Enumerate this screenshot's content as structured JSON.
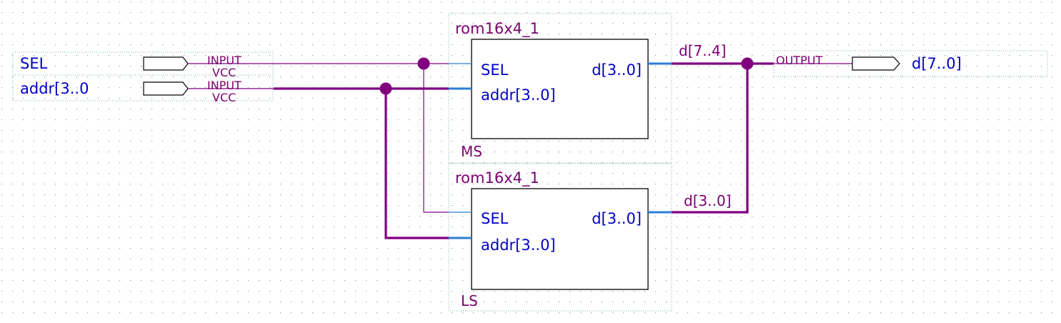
{
  "input_pins": [
    {
      "name": "SEL",
      "type": "INPUT",
      "default": "VCC"
    },
    {
      "name": "addr[3..0",
      "type": "INPUT",
      "default": "VCC"
    }
  ],
  "output_pin": {
    "name": "d[7..0]",
    "type": "OUTPUT"
  },
  "blocks": [
    {
      "title": "rom16x4_1",
      "instance": "MS",
      "ports_in": [
        "SEL",
        "addr[3..0]"
      ],
      "port_out": "d[3..0]"
    },
    {
      "title": "rom16x4_1",
      "instance": "LS",
      "ports_in": [
        "SEL",
        "addr[3..0]"
      ],
      "port_out": "d[3..0]"
    }
  ],
  "wire_labels": {
    "upper": "d[7..4]",
    "lower": "d[3..0]"
  },
  "colors": {
    "wire": "#800080",
    "port_stub": "#2a7fd4",
    "port_text": "#0000c8",
    "border_dotted": "#7fb2b2",
    "grid_dot": "#9a9a9a"
  }
}
